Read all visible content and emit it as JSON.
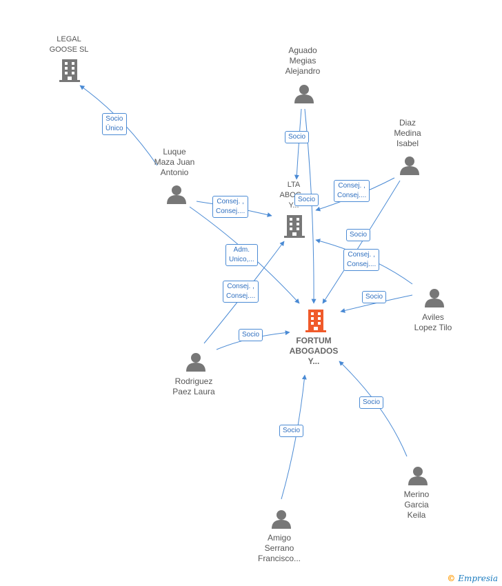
{
  "nodes": {
    "legal_goose": {
      "label": "LEGAL\nGOOSE  SL"
    },
    "aguado": {
      "label": "Aguado\nMegias\nAlejandro"
    },
    "diaz": {
      "label": "Diaz\nMedina\nIsabel"
    },
    "luque": {
      "label": "Luque\nMaza Juan\nAntonio"
    },
    "lta": {
      "label": "LTA\nABOG...\nY..."
    },
    "aviles": {
      "label": "Aviles\nLopez Tilo"
    },
    "fortum": {
      "label": "FORTUM\nABOGADOS\nY..."
    },
    "rodriguez": {
      "label": "Rodriguez\nPaez Laura"
    },
    "merino": {
      "label": "Merino\nGarcia\nKeila"
    },
    "amigo": {
      "label": "Amigo\nSerrano\nFrancisco..."
    }
  },
  "edges": {
    "e_socio_unico": "Socio\nÚnico",
    "e_aguado_lta": "Socio",
    "e_diaz_lta": "Consej. ,\nConsej....",
    "e_lta_socio": "Socio",
    "e_luque_lta": "Consej. ,\nConsej....",
    "e_luque_fortum": "Adm.\nUnico,...",
    "e_diaz_fortum": "Socio",
    "e_aviles_lta": "Consej. ,\nConsej....",
    "e_rodriguez_lta": "Consej. ,\nConsej....",
    "e_aviles_fortum": "Socio",
    "e_rodriguez_fortum": "Socio",
    "e_merino_fortum": "Socio",
    "e_amigo_fortum": "Socio"
  },
  "colors": {
    "edge": "#4a8ad4",
    "person": "#777777",
    "company": "#777777",
    "main_company": "#f05a2a"
  },
  "brand": {
    "copyright": "©",
    "name": "Empresia"
  }
}
